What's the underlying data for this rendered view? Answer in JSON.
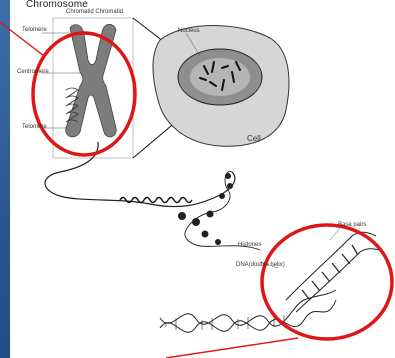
{
  "diagram": {
    "title": "Chromosome",
    "labels": {
      "telomere_top": "Telomere",
      "centromere": "Centromere",
      "telomere_bottom": "Telomere",
      "chromatid": "Chromatid Chromatid",
      "nucleus": "Nucleus",
      "cell": "Cell",
      "histones": "Histones",
      "dna": "DNA(double helix)",
      "base_pairs": "Base pairs"
    },
    "colors": {
      "background": "#2a568e",
      "highlight_circle": "#e01515",
      "chromosome": "#7a7a7a",
      "cell_fill": "#d5d5d5",
      "nucleus_fill": "#8c8c8c"
    }
  }
}
